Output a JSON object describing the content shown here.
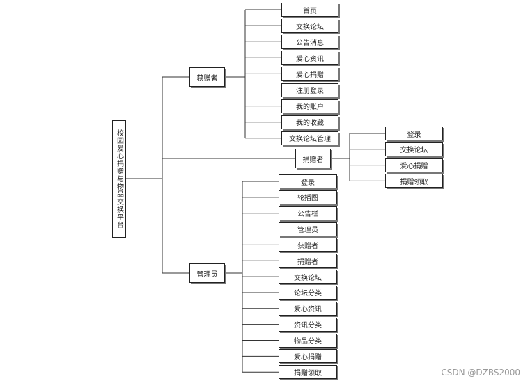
{
  "root": {
    "label": "校园爱心捐赠与物品交换平台"
  },
  "branches": [
    {
      "key": "recipient",
      "label": "获赠者",
      "children": [
        "首页",
        "交换论坛",
        "公告消息",
        "爱心资讯",
        "爱心捐赠",
        "注册登录",
        "我的账户",
        "我的收藏",
        "交换论坛管理"
      ]
    },
    {
      "key": "donor",
      "label": "捐赠者",
      "children": [
        "登录",
        "交换论坛",
        "爱心捐赠",
        "捐赠领取"
      ]
    },
    {
      "key": "admin",
      "label": "管理员",
      "children": [
        "登录",
        "轮播图",
        "公告栏",
        "管理员",
        "获赠者",
        "捐赠者",
        "交换论坛",
        "论坛分类",
        "爱心资讯",
        "资讯分类",
        "物品分类",
        "爱心捐赠",
        "捐赠领取"
      ]
    }
  ],
  "watermark": "CSDN @DZBS2000",
  "colors": {
    "line": "#333333",
    "border": "#222222",
    "watermark": "#999999"
  }
}
